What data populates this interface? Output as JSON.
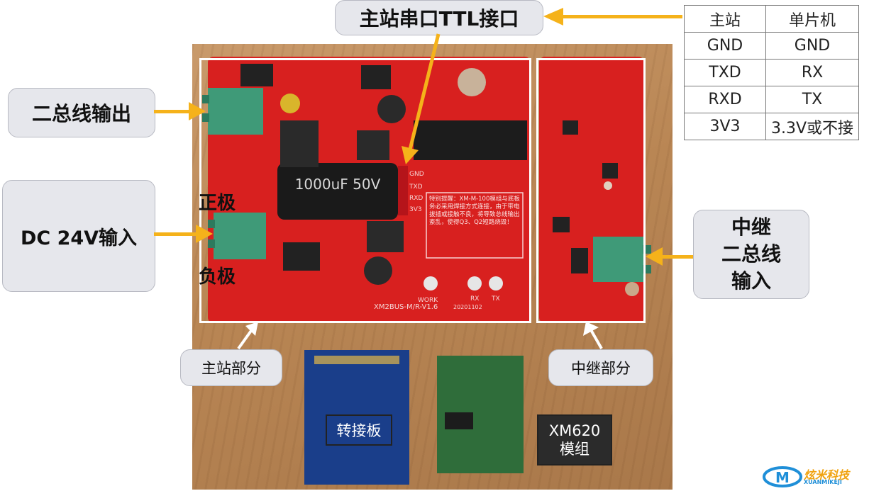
{
  "title_callout": "主站串口TTL接口",
  "callouts": {
    "bus_output": "二总线输出",
    "dc_input": "DC 24V输入",
    "positive": "正极",
    "negative": "负极",
    "repeater_input": [
      "中继",
      "二总线",
      "输入"
    ],
    "master_part": "主站部分",
    "repeater_part": "中继部分"
  },
  "labels": {
    "adapter_board": "转接板",
    "module": [
      "XM620",
      "模组"
    ]
  },
  "table": {
    "headers": [
      "主站",
      "单片机"
    ],
    "rows": [
      [
        "GND",
        "GND"
      ],
      [
        "TXD",
        "RX"
      ],
      [
        "RXD",
        "TX"
      ],
      [
        "3V3",
        "3.3V或不接"
      ]
    ]
  },
  "board": {
    "model": "XM2BUS-M/R-V1.6",
    "date": "20201102",
    "pins": [
      "GND",
      "TXD",
      "RXD",
      "3V3"
    ],
    "leds": [
      "WORK",
      "RX",
      "TX"
    ],
    "capacitor": "1000uF 50V",
    "notice": "特别提醒：XM-M-100模组与底板务必采用焊接方式连接，由于带电拔插或接触不良，将导致总线输出紊乱，使得Q3、Q2短路烧毁！"
  },
  "logo": {
    "name": "炫米科技",
    "sub": "XUANMIKEJI"
  },
  "colors": {
    "arrow": "#f5b21a",
    "pcb": "#d8201f",
    "terminal": "#3f9a78",
    "adapter_pcb": "#1a3e8a",
    "module_pcb": "#2f6d3a",
    "logo_blue": "#1f8fd8",
    "logo_orange": "#f0a20f"
  }
}
